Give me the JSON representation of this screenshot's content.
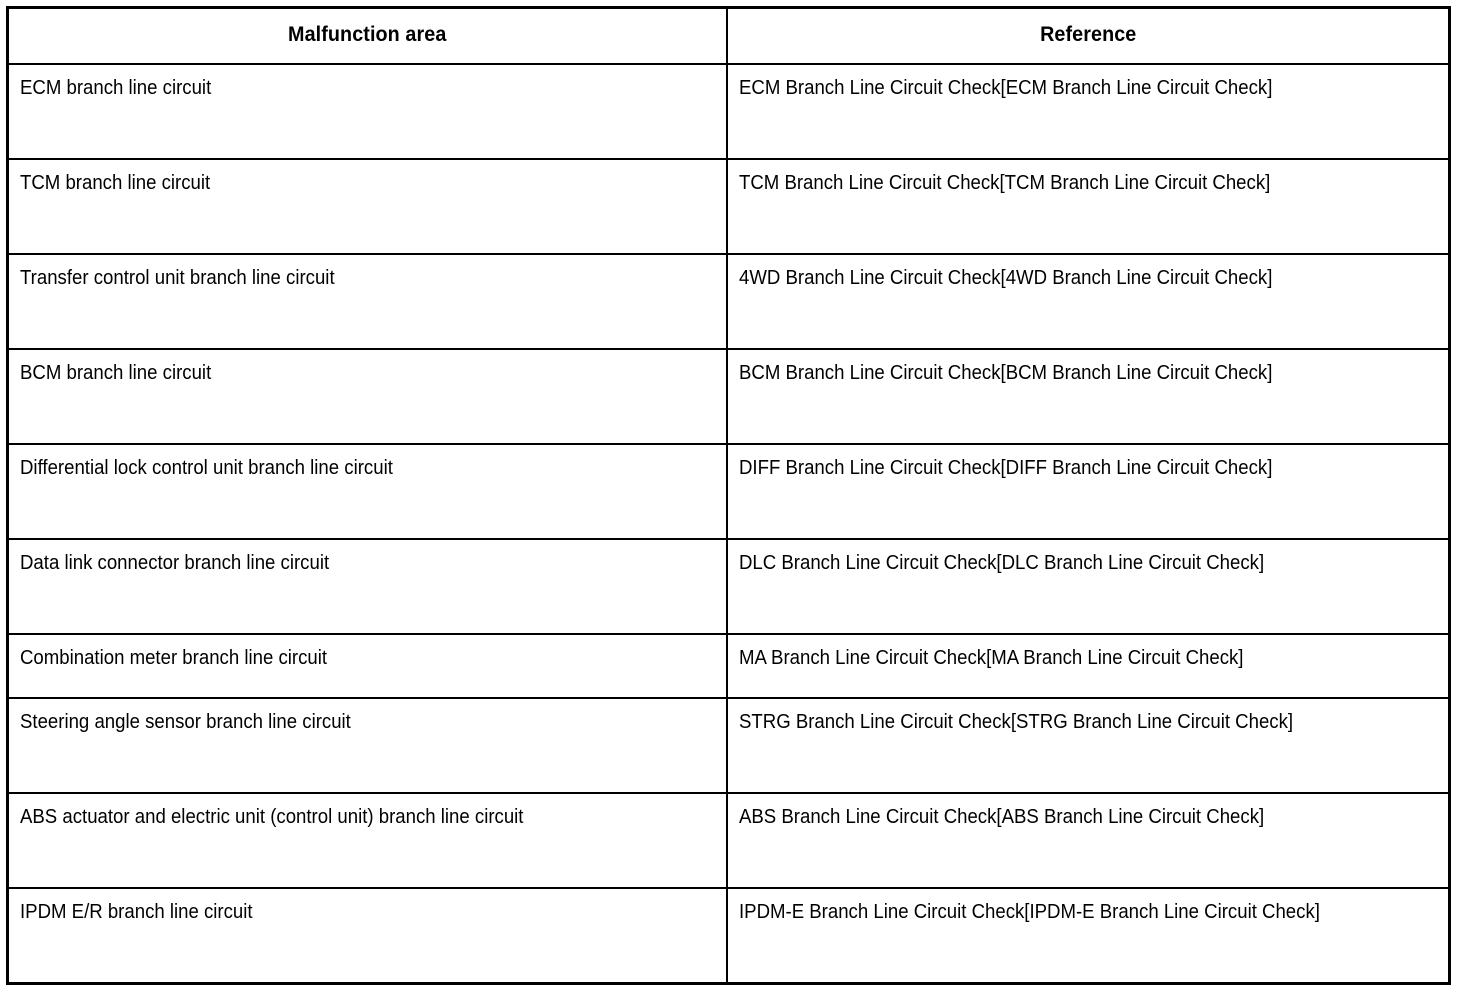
{
  "document": {
    "type": "reference-table",
    "background_color": "#ffffff",
    "text_color": "#000000",
    "border_color": "#000000"
  },
  "table": {
    "name": "malfunction-area-reference-table",
    "columns": [
      {
        "key": "area",
        "header": "Malfunction area"
      },
      {
        "key": "reference",
        "header": "Reference"
      }
    ],
    "rows": [
      {
        "area": "ECM branch line circuit",
        "reference": "ECM Branch Line Circuit Check[ECM Branch Line Circuit Check]",
        "reference_lines": 2
      },
      {
        "area": "TCM branch line circuit",
        "reference": "TCM Branch Line Circuit Check[TCM Branch Line Circuit Check]",
        "reference_lines": 2
      },
      {
        "area": "Transfer control unit branch line circuit",
        "reference": "4WD Branch Line Circuit Check[4WD Branch Line Circuit Check]",
        "reference_lines": 2
      },
      {
        "area": "BCM branch line circuit",
        "reference": "BCM Branch Line Circuit Check[BCM Branch Line Circuit Check]",
        "reference_lines": 2
      },
      {
        "area": "Differential lock control unit branch line circuit",
        "reference": "DIFF Branch Line Circuit Check[DIFF Branch Line Circuit Check]",
        "reference_lines": 2
      },
      {
        "area": "Data link connector branch line circuit",
        "reference": "DLC Branch Line Circuit Check[DLC Branch Line Circuit Check]",
        "reference_lines": 2
      },
      {
        "area": "Combination meter branch line circuit",
        "reference": "MA Branch Line Circuit Check[MA Branch Line Circuit Check]",
        "reference_lines": 1
      },
      {
        "area": "Steering angle sensor branch line circuit",
        "reference": "STRG Branch Line Circuit Check[STRG Branch Line Circuit Check]",
        "reference_lines": 2
      },
      {
        "area": "ABS actuator and electric unit (control unit) branch line circuit",
        "reference": "ABS Branch Line Circuit Check[ABS Branch Line Circuit Check]",
        "reference_lines": 2
      },
      {
        "area": "IPDM E/R branch line circuit",
        "reference": "IPDM-E Branch Line Circuit Check[IPDM-E Branch Line Circuit Check]",
        "reference_lines": 2
      }
    ]
  }
}
